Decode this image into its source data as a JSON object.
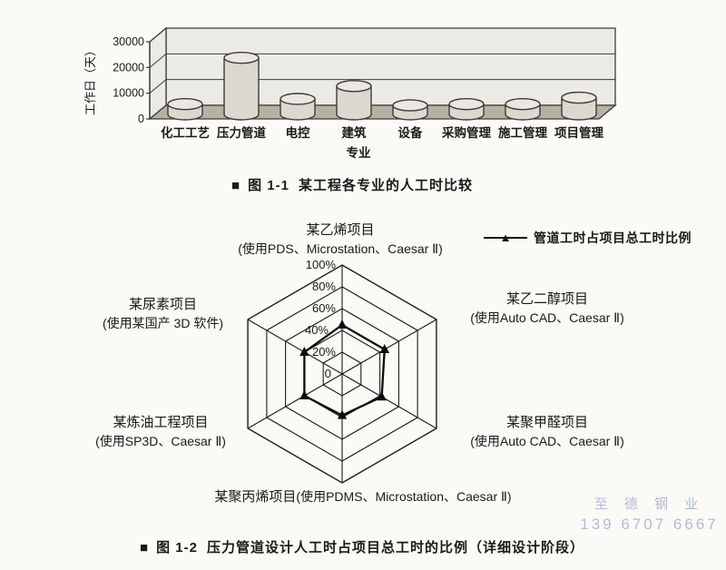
{
  "page": {
    "background": "#fbfaf6",
    "watermark": {
      "line1": "至 德 钢 业",
      "line2": "139 6707 6667",
      "color": "#a3b1d3"
    }
  },
  "figure1": {
    "caption_marker": "■",
    "caption_label": "图 1-1",
    "caption_text": "某工程各专业的人工时比较"
  },
  "figure2": {
    "caption_marker": "■",
    "caption_label": "图 1-2",
    "caption_text": "压力管道设计人工时占项目总工时的比例（详细设计阶段）",
    "legend": {
      "marker": "▲",
      "label": "管道工时占项目总工时比例"
    }
  },
  "chart_data": [
    {
      "type": "bar",
      "style": "3d-cylinder",
      "title": "",
      "xlabel": "专业",
      "ylabel": "工作日（天）",
      "ylim": [
        0,
        30000
      ],
      "y_ticks": [
        "0",
        "10000",
        "20000",
        "30000"
      ],
      "grid": true,
      "categories": [
        "化工工艺",
        "压力管道",
        "电控",
        "建筑",
        "设备",
        "采购管理",
        "施工管理",
        "项目管理"
      ],
      "values": [
        4000,
        22000,
        6000,
        11000,
        3500,
        4000,
        4000,
        6500
      ],
      "colors": {
        "wall": "#eceae4",
        "floor": "#b5b2a3",
        "cylinder_side": "#dbd8d0",
        "cylinder_top": "#eae7e0",
        "outline": "#3b3b3b"
      }
    },
    {
      "type": "radar",
      "shape": "hexagon",
      "rings_percent": [
        20,
        40,
        60,
        80,
        100
      ],
      "tick_labels": [
        "100%",
        "80%",
        "60%",
        "40%",
        "20%",
        "0"
      ],
      "axis_max": 100,
      "legend_position": "top-right",
      "series": [
        {
          "name": "管道工时占项目总工时比例",
          "marker": "triangle",
          "values": [
            45,
            45,
            42,
            38,
            40,
            40
          ]
        }
      ],
      "categories": [
        {
          "name": "某乙烯项目",
          "tools": "(使用PDS、Microstation、Caesar Ⅱ)"
        },
        {
          "name": "某乙二醇项目",
          "tools": "(使用Auto CAD、Caesar Ⅱ)"
        },
        {
          "name": "某聚甲醛项目",
          "tools": "(使用Auto CAD、Caesar Ⅱ)"
        },
        {
          "name": "某聚丙烯项目",
          "tools": "(使用PDMS、Microstation、Caesar Ⅱ)"
        },
        {
          "name": "某炼油工程项目",
          "tools": "(使用SP3D、Caesar Ⅱ)"
        },
        {
          "name": "某尿素项目",
          "tools": "(使用某国产 3D 软件)"
        }
      ]
    }
  ]
}
